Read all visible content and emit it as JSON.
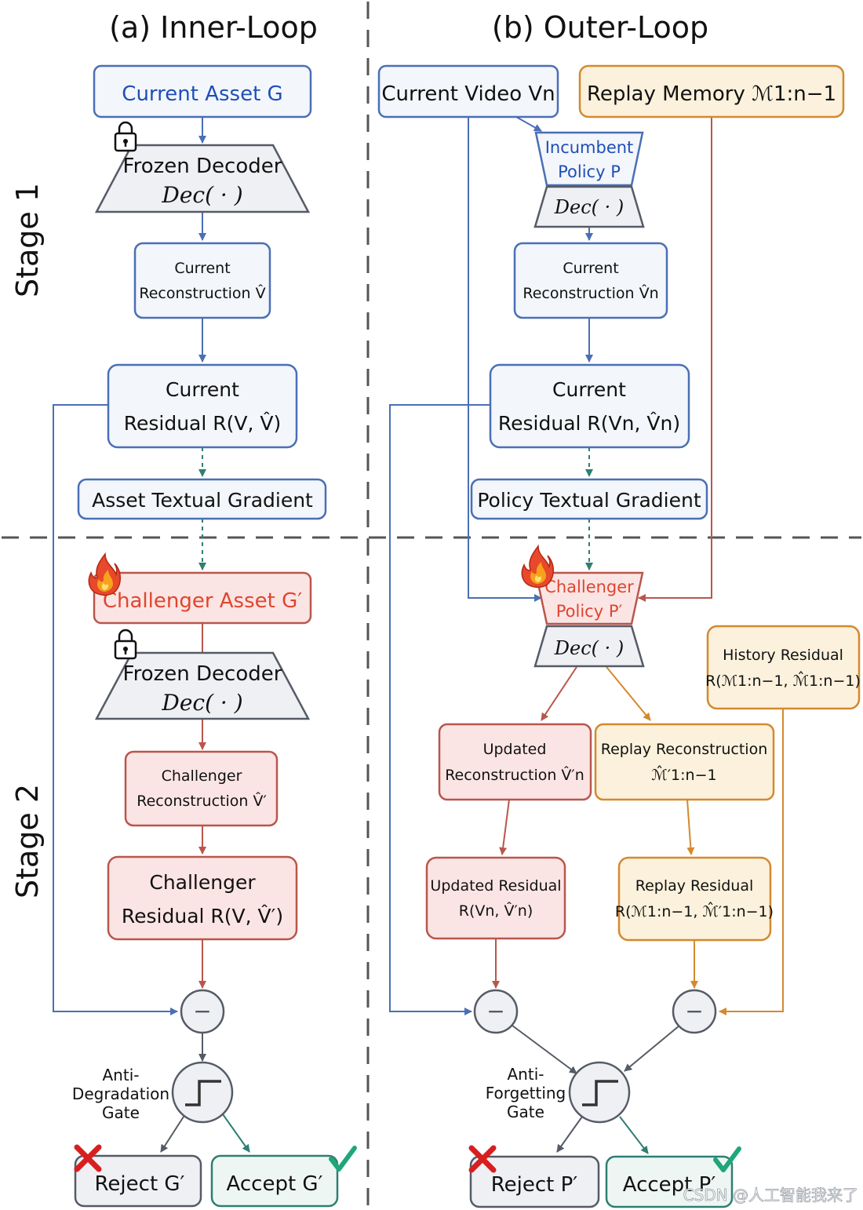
{
  "sections": {
    "inner": "(a) Inner-Loop",
    "outer": "(b) Outer-Loop",
    "stage1": "Stage 1",
    "stage2": "Stage 2"
  },
  "inner": {
    "current_asset": "Current Asset G",
    "frozen_decoder_1": {
      "line1": "Frozen Decoder",
      "line2": "Dec( · )"
    },
    "current_reconstruction": {
      "line1": "Current",
      "line2": "Reconstruction V̂"
    },
    "current_residual": {
      "line1": "Current",
      "line2": "Residual R(V, V̂)"
    },
    "asset_textual_gradient": "Asset Textual Gradient",
    "challenger_asset": "Challenger Asset G′",
    "frozen_decoder_2": {
      "line1": "Frozen Decoder",
      "line2": "Dec( · )"
    },
    "challenger_reconstruction": {
      "line1": "Challenger",
      "line2": "Reconstruction V̂′"
    },
    "challenger_residual": {
      "line1": "Challenger",
      "line2": "Residual R(V, V̂′)"
    },
    "minus": "−",
    "gate": {
      "line1": "Anti-",
      "line2": "Degradation",
      "line3": "Gate"
    },
    "reject": "Reject G′",
    "accept": "Accept G′"
  },
  "outer": {
    "current_video": "Current Video Vn",
    "replay_memory": "Replay Memory ℳ1:n−1",
    "incumbent_policy": {
      "line1": "Incumbent",
      "line2": "Policy P"
    },
    "dec_1": "Dec( · )",
    "current_reconstruction": {
      "line1": "Current",
      "line2": "Reconstruction V̂n"
    },
    "current_residual": {
      "line1": "Current",
      "line2": "Residual R(Vn, V̂n)"
    },
    "policy_textual_gradient": "Policy Textual Gradient",
    "challenger_policy": {
      "line1": "Challenger",
      "line2": "Policy P′"
    },
    "dec_2": "Dec( · )",
    "history_residual": {
      "line1": "History Residual",
      "line2": "R(ℳ1:n−1, ℳ̂1:n−1)"
    },
    "updated_reconstruction": {
      "line1": "Updated",
      "line2": "Reconstruction V̂′n"
    },
    "replay_reconstruction": {
      "line1": "Replay Reconstruction",
      "line2": "ℳ̂′1:n−1"
    },
    "updated_residual": {
      "line1": "Updated Residual",
      "line2": "R(Vn, V̂′n)"
    },
    "replay_residual": {
      "line1": "Replay Residual",
      "line2": "R(ℳ1:n−1, ℳ̂′1:n−1)"
    },
    "minus": "−",
    "gate": {
      "line1": "Anti-",
      "line2": "Forgetting",
      "line3": "Gate"
    },
    "reject": "Reject P′",
    "accept": "Accept P′"
  },
  "watermark": "CSDN @人工智能我来了",
  "colors": {
    "blue_stroke": "#4a6fb5",
    "blue_fill": "#f3f6fa",
    "red_stroke": "#b9564c",
    "red_fill": "#fbe5e4",
    "orange_stroke": "#d4892e",
    "orange_fill": "#fbf1dc",
    "grey_stroke": "#555b66",
    "grey_fill": "#eef0f3",
    "teal_stroke": "#2e7f72",
    "teal_fill": "#eef6f4",
    "title_blue": "#1f4fb8",
    "title_red": "#e0452e",
    "check_green": "#1fa67a",
    "cross_red": "#d81f1f"
  }
}
